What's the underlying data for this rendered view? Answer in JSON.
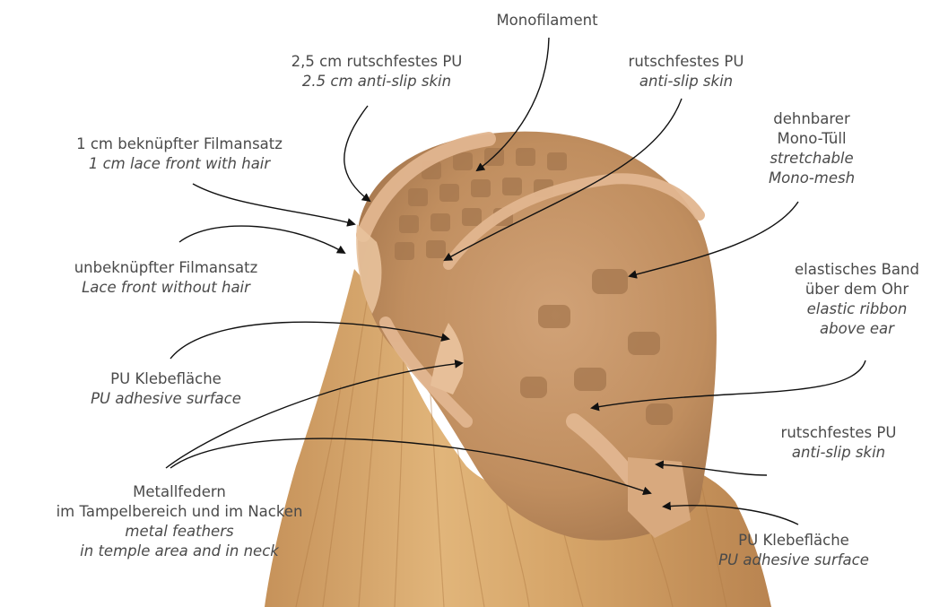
{
  "colors": {
    "text": "#4a4a4a",
    "arrow": "#111111",
    "hair_light": "#d9ac6e",
    "hair_dark": "#b5814a",
    "cap_skin": "#c99a6b",
    "cap_patch": "#a77a52",
    "pu_band": "#e4b894"
  },
  "labels": {
    "monofilament": {
      "de": "Monofilament",
      "en": ""
    },
    "antislip_25": {
      "de": "2,5 cm rutschfestes PU",
      "en": "2.5 cm anti-slip skin"
    },
    "antislip_top": {
      "de": "rutschfestes PU",
      "en": "anti-slip skin"
    },
    "mono_tull": {
      "de": "dehnbarer\nMono-Tüll",
      "en": "stretchable\nMono-mesh"
    },
    "lace_front_hair": {
      "de": "1 cm beknüpfter Filmansatz",
      "en": "1 cm lace front with hair"
    },
    "lace_front_no_hair": {
      "de": "unbeknüpfter Filmansatz",
      "en": "Lace front without hair"
    },
    "elastic_band": {
      "de": "elastisches Band\nüber dem Ohr",
      "en": "elastic ribbon\nabove ear"
    },
    "pu_adhesive_left": {
      "de": "PU Klebefläche",
      "en": "PU adhesive surface"
    },
    "antislip_bottom": {
      "de": "rutschfestes PU",
      "en": "anti-slip skin"
    },
    "metal_springs": {
      "de": "Metallfedern\nim Tampelbereich und im Nacken",
      "en": "metal feathers\nin temple area and in neck"
    },
    "pu_adhesive_right": {
      "de": "PU Klebefläche",
      "en": "PU adhesive surface"
    }
  }
}
